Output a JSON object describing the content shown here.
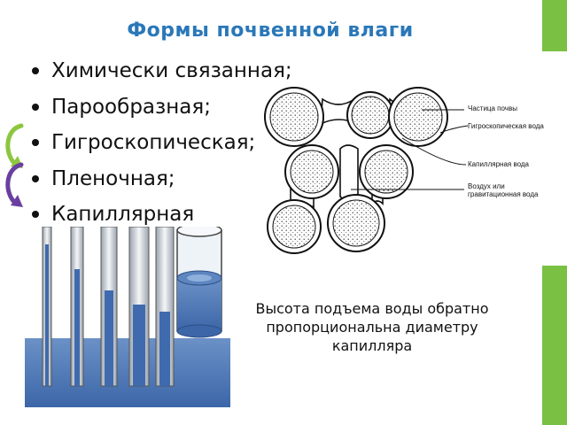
{
  "title": "Формы почвенной влаги",
  "bullets": [
    "Химически связанная;",
    "Парообразная;",
    "Гигроскопическая;",
    "Пленочная;",
    "Капиллярная"
  ],
  "diagram": {
    "labels": {
      "particle": "Частица почвы",
      "hygroscopic": "Гигроскопическая вода",
      "capillary": "Капиллярная вода",
      "air_line1": "Воздух или",
      "air_line2": "гравитационная вода"
    }
  },
  "caption": "Высота подъема воды обратно пропорциональна диаметру капилляра",
  "colors": {
    "title": "#2a78b8",
    "accent_green": "#7ac143",
    "arrow_green": "#8dc63f",
    "arrow_purple": "#6b3fa0",
    "water_blue": "#4f79b5"
  }
}
